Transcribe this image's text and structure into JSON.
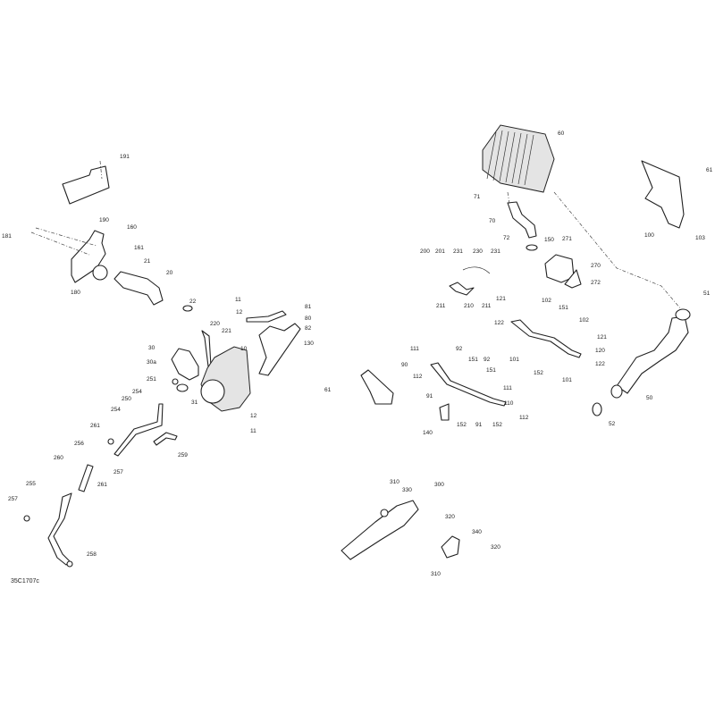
{
  "diagram_code": "35C1707c",
  "callouts": [
    "191",
    "190",
    "181",
    "160",
    "161",
    "21",
    "20",
    "180",
    "22",
    "11",
    "12",
    "81",
    "80",
    "82",
    "220",
    "221",
    "30",
    "130",
    "10",
    "30a",
    "251",
    "31",
    "254",
    "250",
    "254",
    "12",
    "11",
    "261",
    "256",
    "260",
    "257",
    "261",
    "259",
    "255",
    "257",
    "258",
    "60",
    "61",
    "71",
    "70",
    "100",
    "103",
    "72",
    "150",
    "271",
    "200",
    "201",
    "231",
    "230",
    "231",
    "270",
    "272",
    "211",
    "210",
    "211",
    "121",
    "102",
    "51",
    "151",
    "102",
    "122",
    "121",
    "120",
    "111",
    "92",
    "101",
    "151",
    "92",
    "122",
    "90",
    "151",
    "112",
    "152",
    "101",
    "61",
    "91",
    "111",
    "110",
    "50",
    "140",
    "152",
    "91",
    "152",
    "112",
    "52",
    "310",
    "330",
    "300",
    "320",
    "340",
    "320",
    "310"
  ]
}
